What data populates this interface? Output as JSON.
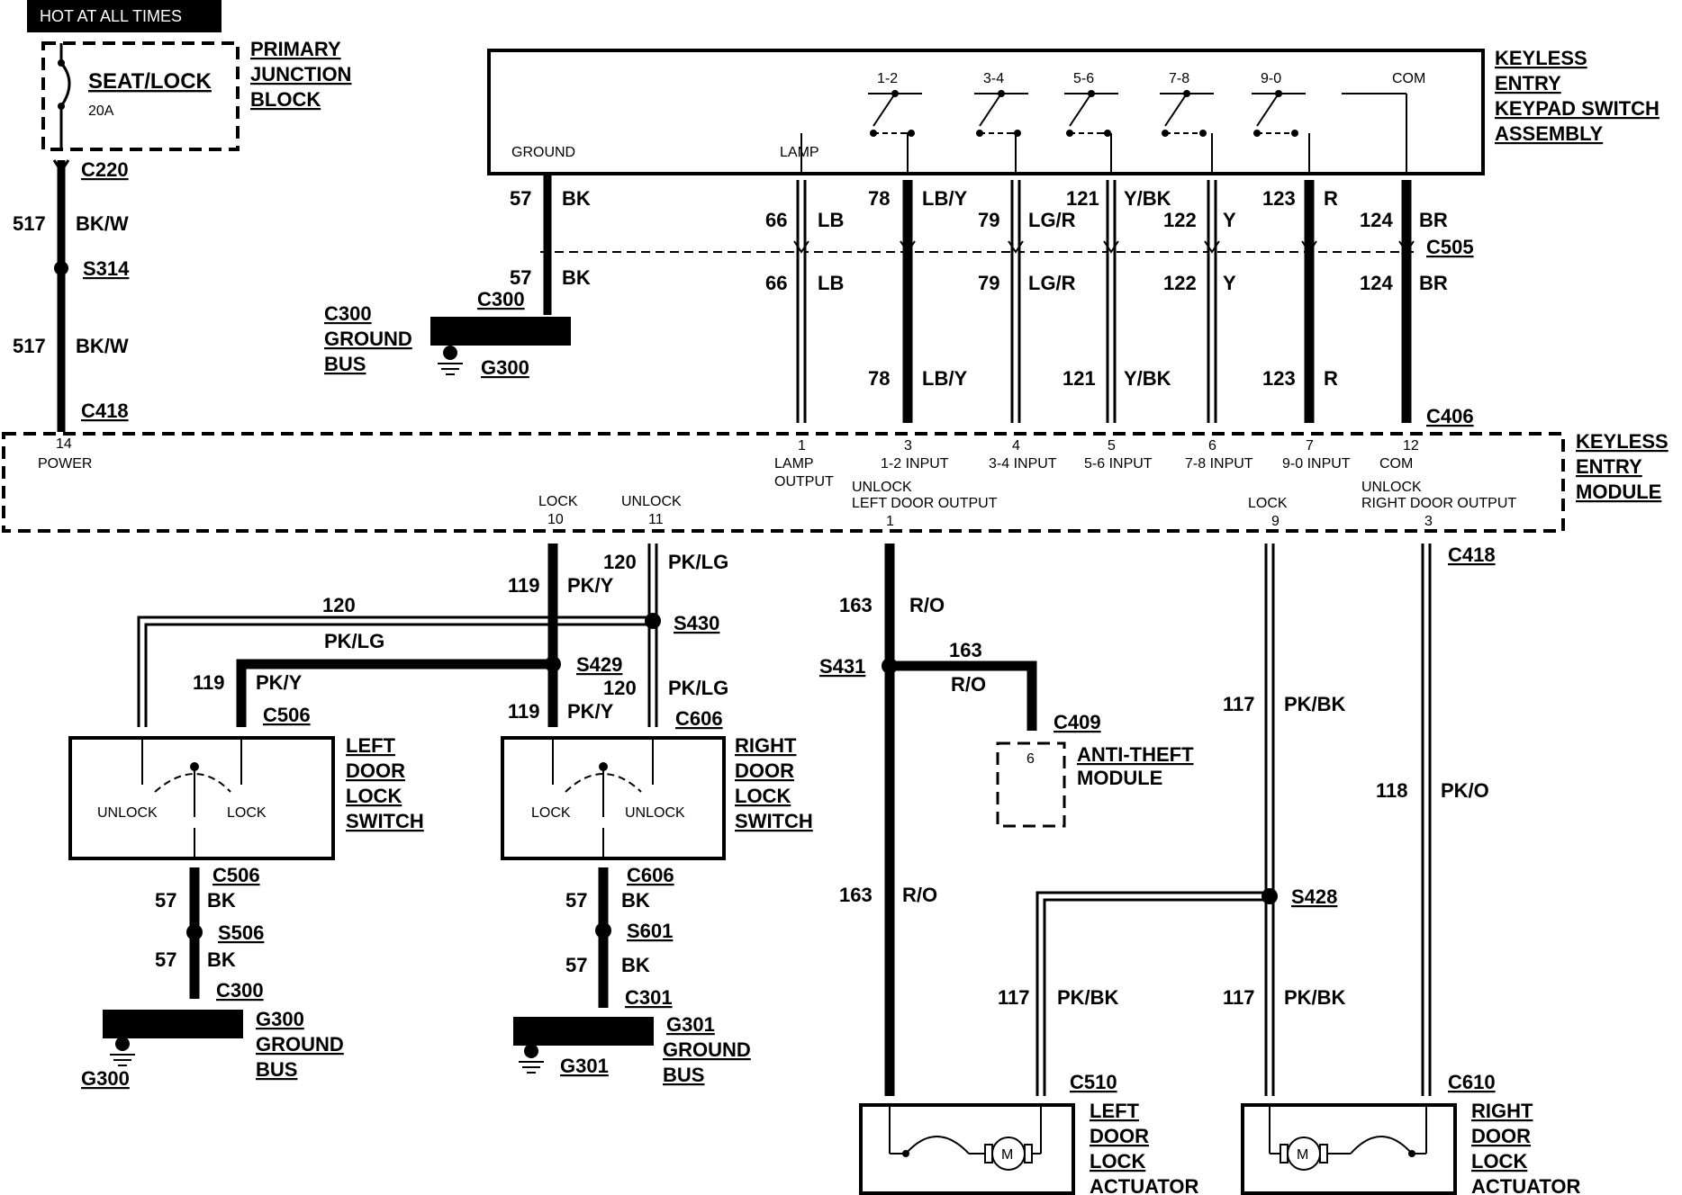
{
  "header": {
    "hot_label": "HOT AT ALL TIMES"
  },
  "fuse": {
    "name": "SEAT/LOCK",
    "rating": "20A"
  },
  "junction_block": {
    "l1": "PRIMARY",
    "l2": "JUNCTION",
    "l3": "BLOCK"
  },
  "connectors": {
    "c220": "C220",
    "s314": "S314",
    "c418_top": "C418",
    "c418_right": "C418",
    "c505": "C505",
    "c300_top": "C300",
    "g300_top": "G300",
    "c406": "C406",
    "s430": "S430",
    "s429": "S429",
    "c506_top": "C506",
    "c606_top": "C606",
    "c506_bot": "C506",
    "s506": "S506",
    "c300_bot": "C300",
    "c606_bot": "C606",
    "s601": "S601",
    "c301": "C301",
    "s431": "S431",
    "c409": "C409",
    "s428": "S428",
    "c510": "C510",
    "c610": "C610"
  },
  "ground_bus_top": {
    "l1": "C300",
    "l2": "GROUND",
    "l3": "BUS"
  },
  "ground_bus_left": {
    "l1": "G300",
    "l2": "GROUND",
    "l3": "BUS",
    "g": "G300"
  },
  "ground_bus_right": {
    "l1": "G301",
    "l2": "GROUND",
    "l3": "BUS",
    "g": "G301"
  },
  "keypad": {
    "title": [
      "KEYLESS",
      "ENTRY",
      "KEYPAD SWITCH",
      "ASSEMBLY"
    ],
    "ground": "GROUND",
    "lamp": "LAMP",
    "switches": [
      "1-2",
      "3-4",
      "5-6",
      "7-8",
      "9-0"
    ],
    "com": "COM"
  },
  "module": {
    "title": [
      "KEYLESS",
      "ENTRY",
      "MODULE"
    ],
    "power_pin": "14",
    "power": "POWER",
    "lock_pin_lbl": "LOCK",
    "lock_pin": "10",
    "unlock_pin_lbl": "UNLOCK",
    "unlock_pin": "11",
    "pins": [
      {
        "n": "1",
        "label": "LAMP"
      },
      {
        "n": "3",
        "label": "1-2 INPUT"
      },
      {
        "n": "4",
        "label": "3-4 INPUT"
      },
      {
        "n": "5",
        "label": "5-6 INPUT"
      },
      {
        "n": "6",
        "label": "7-8 INPUT"
      },
      {
        "n": "7",
        "label": "9-0 INPUT"
      },
      {
        "n": "12",
        "label": "COM"
      }
    ],
    "lamp_output2": "OUTPUT",
    "unlock_left_l1": "UNLOCK",
    "unlock_left_l2": "LEFT DOOR OUTPUT",
    "unlock_left_pin": "1",
    "lock_right_lbl": "LOCK",
    "lock_right_pin": "9",
    "unlock_right_l1": "UNLOCK",
    "unlock_right_l2": "RIGHT DOOR OUTPUT",
    "unlock_right_pin": "3"
  },
  "wires": {
    "w517a": {
      "n": "517",
      "c": "BK/W"
    },
    "w517b": {
      "n": "517",
      "c": "BK/W"
    },
    "w57a": {
      "n": "57",
      "c": "BK"
    },
    "w57b": {
      "n": "57",
      "c": "BK"
    },
    "w66a": {
      "n": "66",
      "c": "LB"
    },
    "w66b": {
      "n": "66",
      "c": "LB"
    },
    "w78a": {
      "n": "78",
      "c": "LB/Y"
    },
    "w78b": {
      "n": "78",
      "c": "LB/Y"
    },
    "w79a": {
      "n": "79",
      "c": "LG/R"
    },
    "w79b": {
      "n": "79",
      "c": "LG/R"
    },
    "w121a": {
      "n": "121",
      "c": "Y/BK"
    },
    "w121b": {
      "n": "121",
      "c": "Y/BK"
    },
    "w122a": {
      "n": "122",
      "c": "Y"
    },
    "w122b": {
      "n": "122",
      "c": "Y"
    },
    "w123a": {
      "n": "123",
      "c": "R"
    },
    "w123b": {
      "n": "123",
      "c": "R"
    },
    "w124a": {
      "n": "124",
      "c": "BR"
    },
    "w124b": {
      "n": "124",
      "c": "BR"
    },
    "w120a": {
      "n": "120",
      "c": "PK/LG"
    },
    "w119a": {
      "n": "119",
      "c": "PK/Y"
    },
    "w120h": {
      "n": "120",
      "c": "PK/LG"
    },
    "w119h": {
      "n": "119",
      "c": "PK/Y"
    },
    "w120b": {
      "n": "120",
      "c": "PK/LG"
    },
    "w119b": {
      "n": "119",
      "c": "PK/Y"
    },
    "w57c": {
      "n": "57",
      "c": "BK"
    },
    "w57d": {
      "n": "57",
      "c": "BK"
    },
    "w57e": {
      "n": "57",
      "c": "BK"
    },
    "w57f": {
      "n": "57",
      "c": "BK"
    },
    "w163a": {
      "n": "163",
      "c": "R/O"
    },
    "w163h": {
      "n": "163",
      "c": "R/O"
    },
    "w163b": {
      "n": "163",
      "c": "R/O"
    },
    "w117a": {
      "n": "117",
      "c": "PK/BK"
    },
    "w117b": {
      "n": "117",
      "c": "PK/BK"
    },
    "w117c": {
      "n": "117",
      "c": "PK/BK"
    },
    "w118": {
      "n": "118",
      "c": "PK/O"
    }
  },
  "anti_theft": {
    "l1": "ANTI-THEFT",
    "l2": "MODULE",
    "pin": "6"
  },
  "left_switch": {
    "l1": "LEFT",
    "l2": "DOOR",
    "l3": "LOCK",
    "l4": "SWITCH",
    "unlock": "UNLOCK",
    "lock": "LOCK"
  },
  "right_switch": {
    "l1": "RIGHT",
    "l2": "DOOR",
    "l3": "LOCK",
    "l4": "SWITCH",
    "lock": "LOCK",
    "unlock": "UNLOCK"
  },
  "left_actuator": {
    "l1": "LEFT",
    "l2": "DOOR",
    "l3": "LOCK",
    "l4": "ACTUATOR",
    "motor": "M"
  },
  "right_actuator": {
    "l1": "RIGHT",
    "l2": "DOOR",
    "l3": "LOCK",
    "l4": "ACTUATOR",
    "motor": "M"
  }
}
